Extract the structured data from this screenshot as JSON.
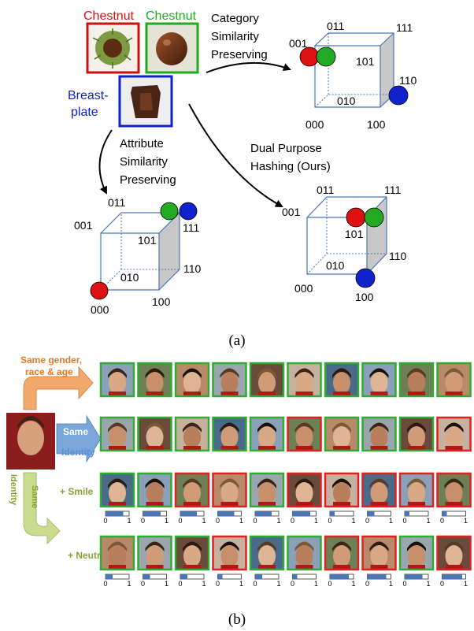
{
  "part_a": {
    "caption": "(a)",
    "labels": {
      "chestnut1": "Chestnut",
      "chestnut2": "Chestnut",
      "breastplate_l1": "Breast-",
      "breastplate_l2": "plate"
    },
    "arrows": {
      "category": [
        "Category",
        "Similarity",
        "Preserving"
      ],
      "attribute": [
        "Attribute",
        "Similarity",
        "Preserving"
      ],
      "dual": [
        "Dual Purpose",
        "Hashing (Ours)"
      ]
    },
    "cube_codes": {
      "c000": "000",
      "c001": "001",
      "c010": "010",
      "c011": "011",
      "c100": "100",
      "c101": "101",
      "c110": "110",
      "c111": "111"
    },
    "colors": {
      "red": "#dd1111",
      "green": "#22aa22",
      "blue": "#1122cc"
    }
  },
  "part_b": {
    "caption": "(b)",
    "row_labels": {
      "same_gender": [
        "Same gender,",
        "race & age"
      ],
      "same_identity": [
        "Same",
        "Identity"
      ],
      "side_identity": [
        "Same",
        "Identity"
      ],
      "smile": "+ Smile",
      "neutral": "+ Neutral"
    },
    "scale": {
      "min": "0",
      "max": "1"
    },
    "rows": [
      {
        "name": "same-gender",
        "borders": [
          "g",
          "g",
          "g",
          "g",
          "g",
          "g",
          "g",
          "g",
          "g",
          "g"
        ],
        "scores": []
      },
      {
        "name": "same-identity",
        "borders": [
          "g",
          "g",
          "g",
          "g",
          "g",
          "r",
          "g",
          "g",
          "g",
          "r"
        ],
        "scores": []
      },
      {
        "name": "smile",
        "borders": [
          "g",
          "g",
          "r",
          "r",
          "g",
          "r",
          "r",
          "r",
          "r",
          "r"
        ],
        "scores": [
          0.75,
          0.75,
          0.7,
          0.7,
          0.7,
          0.75,
          0.2,
          0.3,
          0.2,
          0.2
        ]
      },
      {
        "name": "neutral",
        "borders": [
          "g",
          "g",
          "g",
          "r",
          "g",
          "g",
          "r",
          "r",
          "g",
          "r"
        ],
        "scores": [
          0.3,
          0.3,
          0.3,
          0.2,
          0.3,
          0.2,
          0.8,
          0.8,
          0.75,
          0.85
        ]
      }
    ],
    "colors": {
      "orange": "#f3a96b",
      "blue_arrow": "#7aa6d9",
      "green_arrow": "#c9dc8f",
      "orange_text": "#e87722",
      "blue_text": "#5b8fd1",
      "green_text": "#8aa032",
      "border_green": "#33aa33",
      "border_red": "#dd2222"
    }
  }
}
